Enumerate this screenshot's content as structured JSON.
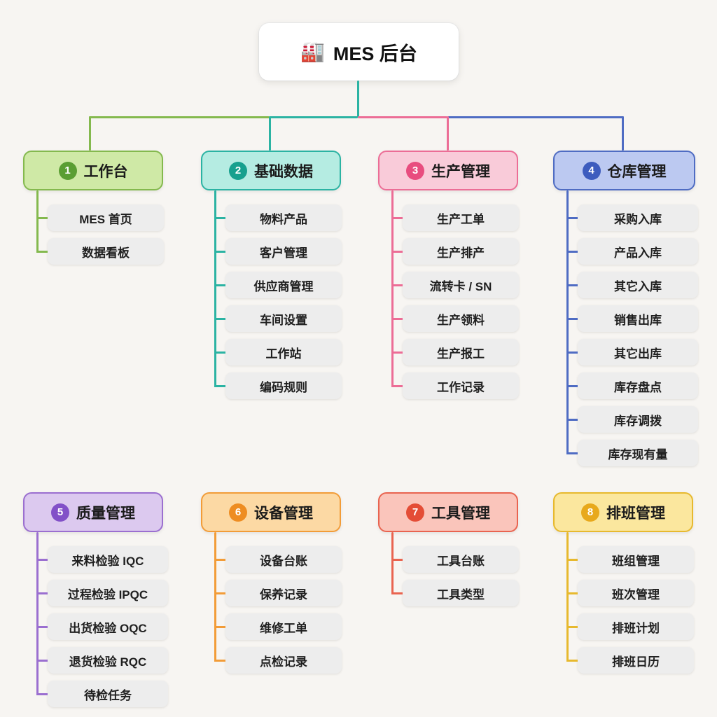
{
  "page": {
    "background": "#f7f5f2"
  },
  "root": {
    "icon": "🏭",
    "label": "MES 后台"
  },
  "connectors": {
    "root_drop": "background:#2bb3a3",
    "hbar_green": "background:#84b94e",
    "hbar_teal": "background:#2bb3a3",
    "hbar_pink": "background:#ec6d96",
    "hbar_blue": "background:#4f6cc3",
    "drop_workbench": "background:#84b94e",
    "drop_base_data": "background:#2bb3a3",
    "drop_production": "background:#ec6d96",
    "drop_warehouse": "background:#4f6cc3"
  },
  "branches": [
    {
      "number": "1",
      "label": "工作台",
      "colors": {
        "bg": "#cfe9a6",
        "border": "#84b94e",
        "badge": "#5a9e33",
        "line": "#84b94e"
      },
      "style": "--bg:#cfe9a6;--border:#84b94e;--badge:#5a9e33;--line:#84b94e",
      "children": [
        "MES 首页",
        "数据看板"
      ]
    },
    {
      "number": "2",
      "label": "基础数据",
      "colors": {
        "bg": "#b5ece2",
        "border": "#2bb3a3",
        "badge": "#17a08e",
        "line": "#2bb3a3"
      },
      "style": "--bg:#b5ece2;--border:#2bb3a3;--badge:#17a08e;--line:#2bb3a3",
      "children": [
        "物料产品",
        "客户管理",
        "供应商管理",
        "车间设置",
        "工作站",
        "编码规则"
      ]
    },
    {
      "number": "3",
      "label": "生产管理",
      "colors": {
        "bg": "#f9cbd9",
        "border": "#ec6d96",
        "badge": "#e84d7f",
        "line": "#ec6d96"
      },
      "style": "--bg:#f9cbd9;--border:#ec6d96;--badge:#e84d7f;--line:#ec6d96",
      "children": [
        "生产工单",
        "生产排产",
        "流转卡 / SN",
        "生产领料",
        "生产报工",
        "工作记录"
      ]
    },
    {
      "number": "4",
      "label": "仓库管理",
      "colors": {
        "bg": "#bcc9f1",
        "border": "#4f6cc3",
        "badge": "#3d5cbe",
        "line": "#4f6cc3"
      },
      "style": "--bg:#bcc9f1;--border:#4f6cc3;--badge:#3d5cbe;--line:#4f6cc3",
      "children": [
        "采购入库",
        "产品入库",
        "其它入库",
        "销售出库",
        "其它出库",
        "库存盘点",
        "库存调拨",
        "库存现有量"
      ]
    },
    {
      "number": "5",
      "label": "质量管理",
      "colors": {
        "bg": "#dcc9ef",
        "border": "#9b6fd0",
        "badge": "#8250c8",
        "line": "#9b6fd0"
      },
      "style": "--bg:#dcc9ef;--border:#9b6fd0;--badge:#8250c8;--line:#9b6fd0",
      "children": [
        "来料检验 IQC",
        "过程检验 IPQC",
        "出货检验 OQC",
        "退货检验 RQC",
        "待检任务"
      ]
    },
    {
      "number": "6",
      "label": "设备管理",
      "colors": {
        "bg": "#fcd9a4",
        "border": "#f29c38",
        "badge": "#ee8d22",
        "line": "#f29c38"
      },
      "style": "--bg:#fcd9a4;--border:#f29c38;--badge:#ee8d22;--line:#f29c38",
      "children": [
        "设备台账",
        "保养记录",
        "维修工单",
        "点检记录"
      ]
    },
    {
      "number": "7",
      "label": "工具管理",
      "colors": {
        "bg": "#fac5bb",
        "border": "#e96450",
        "badge": "#e44d36",
        "line": "#e96450"
      },
      "style": "--bg:#fac5bb;--border:#e96450;--badge:#e44d36;--line:#e96450",
      "children": [
        "工具台账",
        "工具类型"
      ]
    },
    {
      "number": "8",
      "label": "排班管理",
      "colors": {
        "bg": "#fbe79e",
        "border": "#e7b92e",
        "badge": "#e8a91c",
        "line": "#e7b92e"
      },
      "style": "--bg:#fbe79e;--border:#e7b92e;--badge:#e8a91c;--line:#e7b92e",
      "children": [
        "班组管理",
        "班次管理",
        "排班计划",
        "排班日历"
      ]
    }
  ]
}
